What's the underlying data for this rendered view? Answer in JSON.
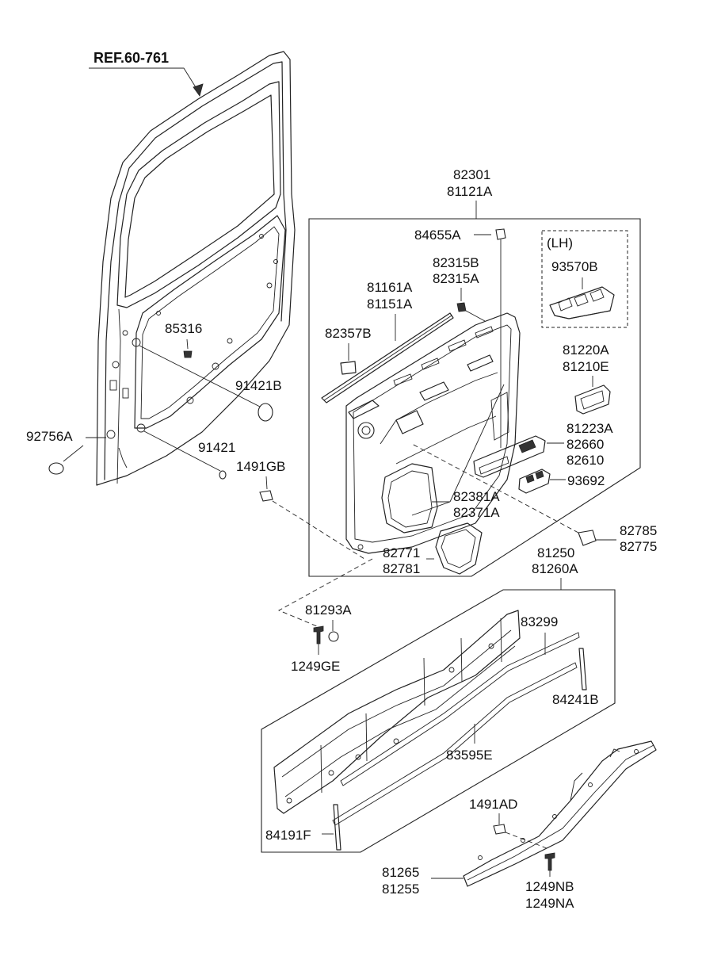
{
  "labels": {
    "ref": "REF.60-761",
    "p82301": "82301",
    "p81121A": "81121A",
    "p84655A": "84655A",
    "lh": "(LH)",
    "p93570B": "93570B",
    "p82315B": "82315B",
    "p82315A": "82315A",
    "p81161A": "81161A",
    "p81151A": "81151A",
    "p82357B": "82357B",
    "p85316": "85316",
    "p81220A": "81220A",
    "p81210E": "81210E",
    "p91421B": "91421B",
    "p81223A": "81223A",
    "p82660": "82660",
    "p82610": "82610",
    "p92756A": "92756A",
    "p91421": "91421",
    "p1491GB": "1491GB",
    "p93692": "93692",
    "p82381A": "82381A",
    "p82371A": "82371A",
    "p82785": "82785",
    "p82775": "82775",
    "p82771": "82771",
    "p82781": "82781",
    "p81250": "81250",
    "p81260A": "81260A",
    "p81293A": "81293A",
    "p83299": "83299",
    "p1249GE": "1249GE",
    "p84241B": "84241B",
    "p83595E": "83595E",
    "p1491AD": "1491AD",
    "p84191F": "84191F",
    "p81265": "81265",
    "p81255": "81255",
    "p1249NB": "1249NB",
    "p1249NA": "1249NA"
  }
}
